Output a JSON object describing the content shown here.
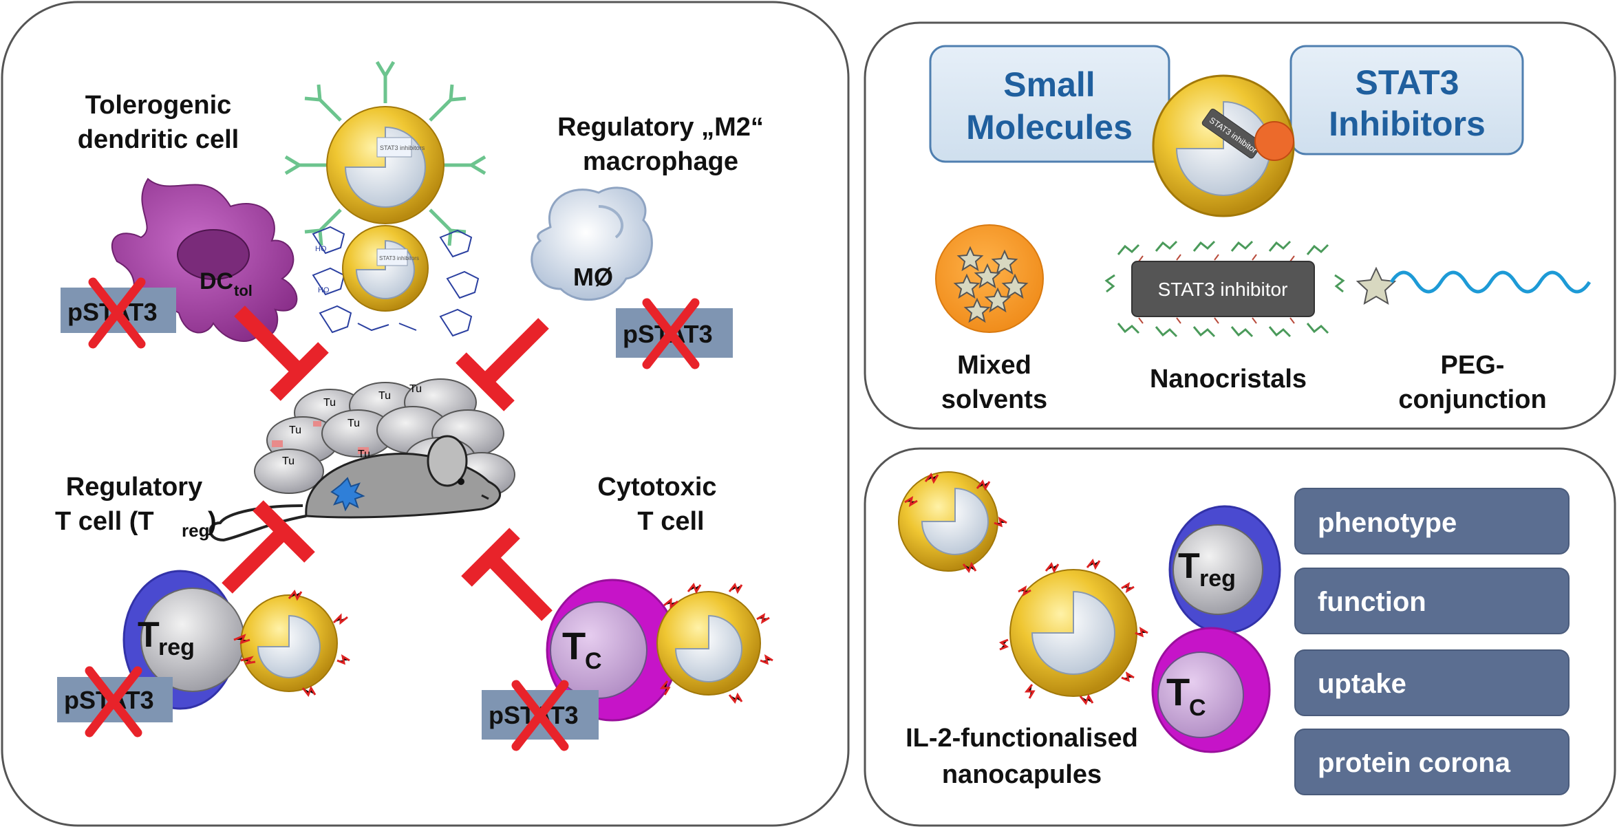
{
  "left_panel": {
    "tolerogenic_dc": {
      "title_line1": "Tolerogenic",
      "title_line2": "dendritic cell",
      "cell_label": "DC",
      "cell_subscript": "tol",
      "pstat_label": "pSTAT3"
    },
    "m2_macrophage": {
      "title_line1": "Regulatory „M2“",
      "title_line2": "macrophage",
      "cell_label": "MØ",
      "pstat_label": "pSTAT3"
    },
    "regulatory_t_cell": {
      "title_line1": "Regulatory",
      "title_line2_prefix": "T cell (T",
      "title_line2_sub": "reg",
      "title_line2_suffix": ")",
      "cell_label": "T",
      "cell_subscript": "reg",
      "pstat_label": "pSTAT3"
    },
    "cytotoxic_t_cell": {
      "title_line1": "Cytotoxic",
      "title_line2": "T cell",
      "cell_label": "T",
      "cell_subscript": "C",
      "pstat_label": "pSTAT3"
    },
    "tumor_label": "Tu",
    "capsule_text": "STAT3 inhibitors",
    "sugar_label": "HO"
  },
  "top_right_panel": {
    "box_left_line1": "Small",
    "box_left_line2": "Molecules",
    "box_right_line1": "STAT3",
    "box_right_line2": "Inhibitors",
    "capsule_text": "STAT3 inhibitor",
    "nanocrystal_label": "STAT3 inhibitor",
    "mixed_solvents_line1": "Mixed",
    "mixed_solvents_line2": "solvents",
    "nanocristals": "Nanocristals",
    "peg_line1": "PEG-",
    "peg_line2": "conjunction"
  },
  "bottom_right_panel": {
    "nanocapsule_line1": "IL-2-functionalised",
    "nanocapsule_line2": "nanocapules",
    "treg_label": "T",
    "treg_sub": "reg",
    "tc_label": "T",
    "tc_sub": "C",
    "pills": [
      "phenotype",
      "function",
      "uptake",
      "protein corona"
    ]
  },
  "colors": {
    "inhibition_red": "#e8232a",
    "capsule_gold": "#e8be2a",
    "pstat_box": "#7f95b2",
    "pill_fill": "#5b6e91",
    "box_fill": "#dbe8f4",
    "box_text": "#1f5f9e",
    "treg_blue": "#4a4ad0",
    "tc_magenta": "#c614c8",
    "dc_purple": "#9a3f9a",
    "orange": "#f39a2c",
    "peg_blue": "#1d9ad6"
  }
}
